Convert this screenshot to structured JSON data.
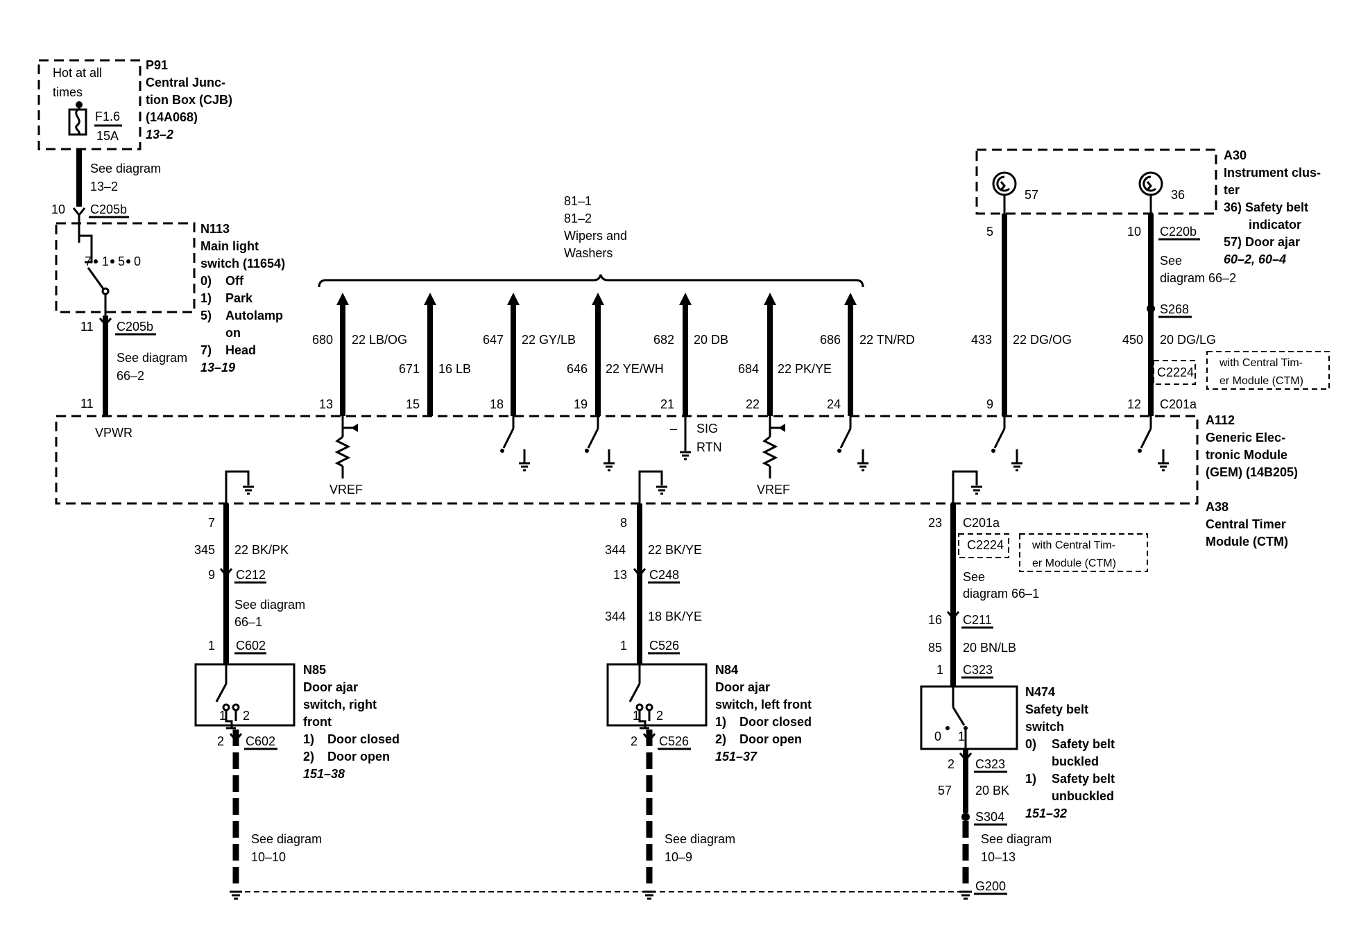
{
  "p91": {
    "hot": [
      "Hot at all",
      "times"
    ],
    "fuse_id": "F1.6",
    "fuse_amp": "15A",
    "id": "P91",
    "name": [
      "Central Junc-",
      "tion Box (CJB)",
      "(14A068)"
    ],
    "ref": "13–2"
  },
  "p91_wire": {
    "see": [
      "See diagram",
      "13–2"
    ],
    "pin": "10",
    "connector": "C205b"
  },
  "n113": {
    "id": "N113",
    "name": [
      "Main light",
      "switch (11654)"
    ],
    "positions": [
      "0)",
      "1)",
      "5)",
      "",
      "7)"
    ],
    "position_labels": [
      "Off",
      "Park",
      "Autolamp",
      "on",
      "Head"
    ],
    "ref": "13–19",
    "switch_digits": [
      "7",
      "1",
      "5",
      "0"
    ]
  },
  "n113_wire": {
    "pin_top": "11",
    "connector": "C205b",
    "see": [
      "See diagram",
      "66–2"
    ],
    "pin_bottom": "11",
    "label": "VPWR"
  },
  "wipers": [
    "81–1",
    "81–2",
    "Wipers and",
    "Washers"
  ],
  "wiper_circuits": [
    {
      "circuit": "680",
      "wire": "22 LB/OG",
      "pin": "13"
    },
    {
      "circuit": "671",
      "wire": "16 LB",
      "pin": "15"
    },
    {
      "circuit": "647",
      "wire": "22 GY/LB",
      "pin": "18"
    },
    {
      "circuit": "646",
      "wire": "22 YE/WH",
      "pin": "19"
    },
    {
      "circuit": "682",
      "wire": "20 DB",
      "pin": "21"
    },
    {
      "circuit": "684",
      "wire": "22 PK/YE",
      "pin": "22"
    },
    {
      "circuit": "686",
      "wire": "22 TN/RD",
      "pin": "24"
    }
  ],
  "gem_inner": {
    "vref1": "VREF",
    "sig": "SIG",
    "rtn": "RTN",
    "minus": "–",
    "vref2": "VREF"
  },
  "a30": {
    "id": "A30",
    "name": [
      "Instrument clus-",
      "ter"
    ],
    "items": [
      "36) Safety belt",
      "indicator",
      "57) Door ajar"
    ],
    "ref": "60–2, 60–4",
    "pin57": "57",
    "pin36": "36"
  },
  "a30_wires": {
    "left": {
      "pin_top": "5",
      "circuit": "433",
      "wire": "22 DG/OG",
      "pin_bottom": "9"
    },
    "right": {
      "pin_top": "10",
      "connector_top": "C220b",
      "see": [
        "See",
        "diagram 66–2"
      ],
      "splice": "S268",
      "circuit": "450",
      "wire": "20 DG/LG",
      "alt_connector": "C2224",
      "ctm_note": [
        "with Central Tim-",
        "er Module (CTM)"
      ],
      "pin_bottom": "12",
      "connector_bottom": "C201a"
    }
  },
  "a112": {
    "id": "A112",
    "name": [
      "Generic Elec-",
      "tronic Module",
      "(GEM) (14B205)"
    ]
  },
  "a38": {
    "id": "A38",
    "name": [
      "Central Timer",
      "Module (CTM)"
    ]
  },
  "lower_left": {
    "pin_gem": "7",
    "circuit": "345",
    "wire": "22 BK/PK",
    "pin_c212": "9",
    "c212": "C212",
    "see": [
      "See diagram",
      "66–1"
    ],
    "pin_c602": "1",
    "c602": "C602"
  },
  "n85": {
    "id": "N85",
    "name": [
      "Door ajar",
      "switch, right",
      "front"
    ],
    "items": [
      "1)",
      "2)"
    ],
    "item_labels": [
      "Door closed",
      "Door open"
    ],
    "ref": "151–38",
    "terminals": [
      "1",
      "2"
    ],
    "pin_out": "2",
    "connector_out": "C602",
    "see": [
      "See diagram",
      "10–10"
    ]
  },
  "lower_mid": {
    "pin_gem": "8",
    "circuit": "344",
    "wire": "22 BK/YE",
    "pin_c248": "13",
    "c248": "C248",
    "circuit2": "344",
    "wire2": "18 BK/YE",
    "pin_c526": "1",
    "c526": "C526"
  },
  "n84": {
    "id": "N84",
    "name": [
      "Door ajar",
      "switch, left front"
    ],
    "items": [
      "1)",
      "2)"
    ],
    "item_labels": [
      "Door closed",
      "Door open"
    ],
    "ref": "151–37",
    "terminals": [
      "1",
      "2"
    ],
    "pin_out": "2",
    "connector_out": "C526",
    "see": [
      "See diagram",
      "10–9"
    ]
  },
  "lower_right": {
    "pin_gem": "23",
    "c201a": "C201a",
    "alt_connector": "C2224",
    "ctm_note": [
      "with Central Tim-",
      "er Module (CTM)"
    ],
    "see": [
      "See",
      "diagram  66–1"
    ],
    "pin_c211": "16",
    "c211": "C211",
    "circuit": "85",
    "wire": "20 BN/LB",
    "pin_c323": "1",
    "c323": "C323"
  },
  "n474": {
    "id": "N474",
    "name": [
      "Safety belt",
      "switch"
    ],
    "items": [
      "0)",
      "1)"
    ],
    "item_labels": [
      [
        "Safety belt",
        "buckled"
      ],
      [
        "Safety belt",
        "unbuckled"
      ]
    ],
    "ref": "151–32",
    "terminals": [
      "0",
      "1"
    ],
    "pin_out": "2",
    "connector_out": "C323",
    "circuit": "57",
    "wire": "20 BK",
    "splice": "S304",
    "see": [
      "See diagram",
      "10–13"
    ],
    "ground": "G200"
  }
}
